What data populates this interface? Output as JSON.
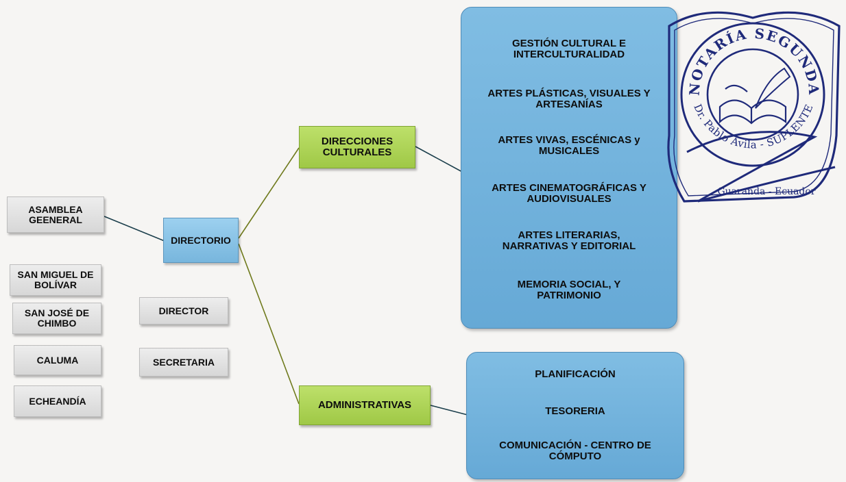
{
  "stamp": {
    "top_text": "NOTARÍA SEGUNDA",
    "ring_text": "Dr. Pablo Avila - SUPLENTE",
    "location": "Guaranda - Ecuador"
  },
  "left_column": {
    "asamblea": "ASAMBLEA GEENERAL",
    "cantones": [
      "SAN MIGUEL DE BOLÍVAR",
      "SAN JOSÉ DE CHIMBO",
      "CALUMA",
      "ECHEANDÍA"
    ]
  },
  "directorio": "DIRECTORIO",
  "staff": [
    "DIRECTOR",
    "SECRETARIA"
  ],
  "direcciones": {
    "label": "DIRECCIONES CULTURALES",
    "items": [
      "GESTIÓN CULTURAL E INTERCULTURALIDAD",
      "ARTES PLÁSTICAS, VISUALES Y ARTESANÍAS",
      "ARTES VIVAS, ESCÉNICAS y MUSICALES",
      "ARTES CINEMATOGRÁFICAS Y AUDIOVISUALES",
      "ARTES LITERARIAS, NARRATIVAS Y EDITORIAL",
      "MEMORIA SOCIAL, Y PATRIMONIO"
    ]
  },
  "administrativas": {
    "label": "ADMINISTRATIVAS",
    "items": [
      "PLANIFICACIÓN",
      "TESORERIA",
      "COMUNICACIÓN - CENTRO DE CÓMPUTO"
    ]
  },
  "colors": {
    "gray_box": "#e2e2e2",
    "blue_box": "#8cc6ea",
    "green_box": "#aed45a",
    "connector": "#1c3f4c",
    "stamp_ink": "#1f2a7a"
  }
}
